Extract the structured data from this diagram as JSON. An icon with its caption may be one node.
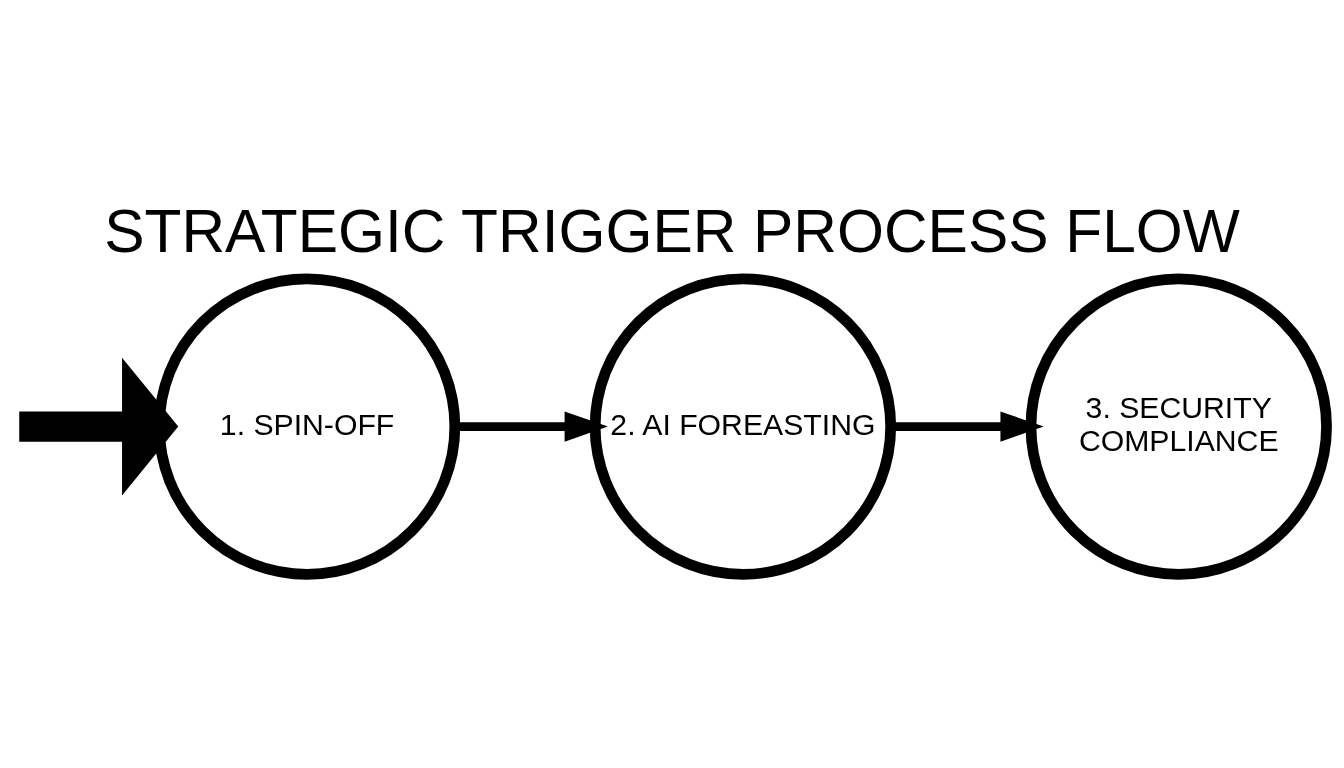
{
  "diagram": {
    "title": "STRATEGIC TRIGGER PROCESS FLOW",
    "nodes": [
      {
        "text": [
          "1. SPIN-OFF"
        ]
      },
      {
        "text": [
          "2. AI FOREASTING"
        ]
      },
      {
        "text": [
          "3. SECURITY COMPLIANCE"
        ]
      }
    ],
    "edges": [
      {
        "from": null,
        "to": 0,
        "arrow": "to",
        "style": "thick"
      },
      {
        "from": 0,
        "to": 1,
        "arrow": "to"
      },
      {
        "from": 1,
        "to": 2,
        "arrow": "to"
      }
    ]
  }
}
